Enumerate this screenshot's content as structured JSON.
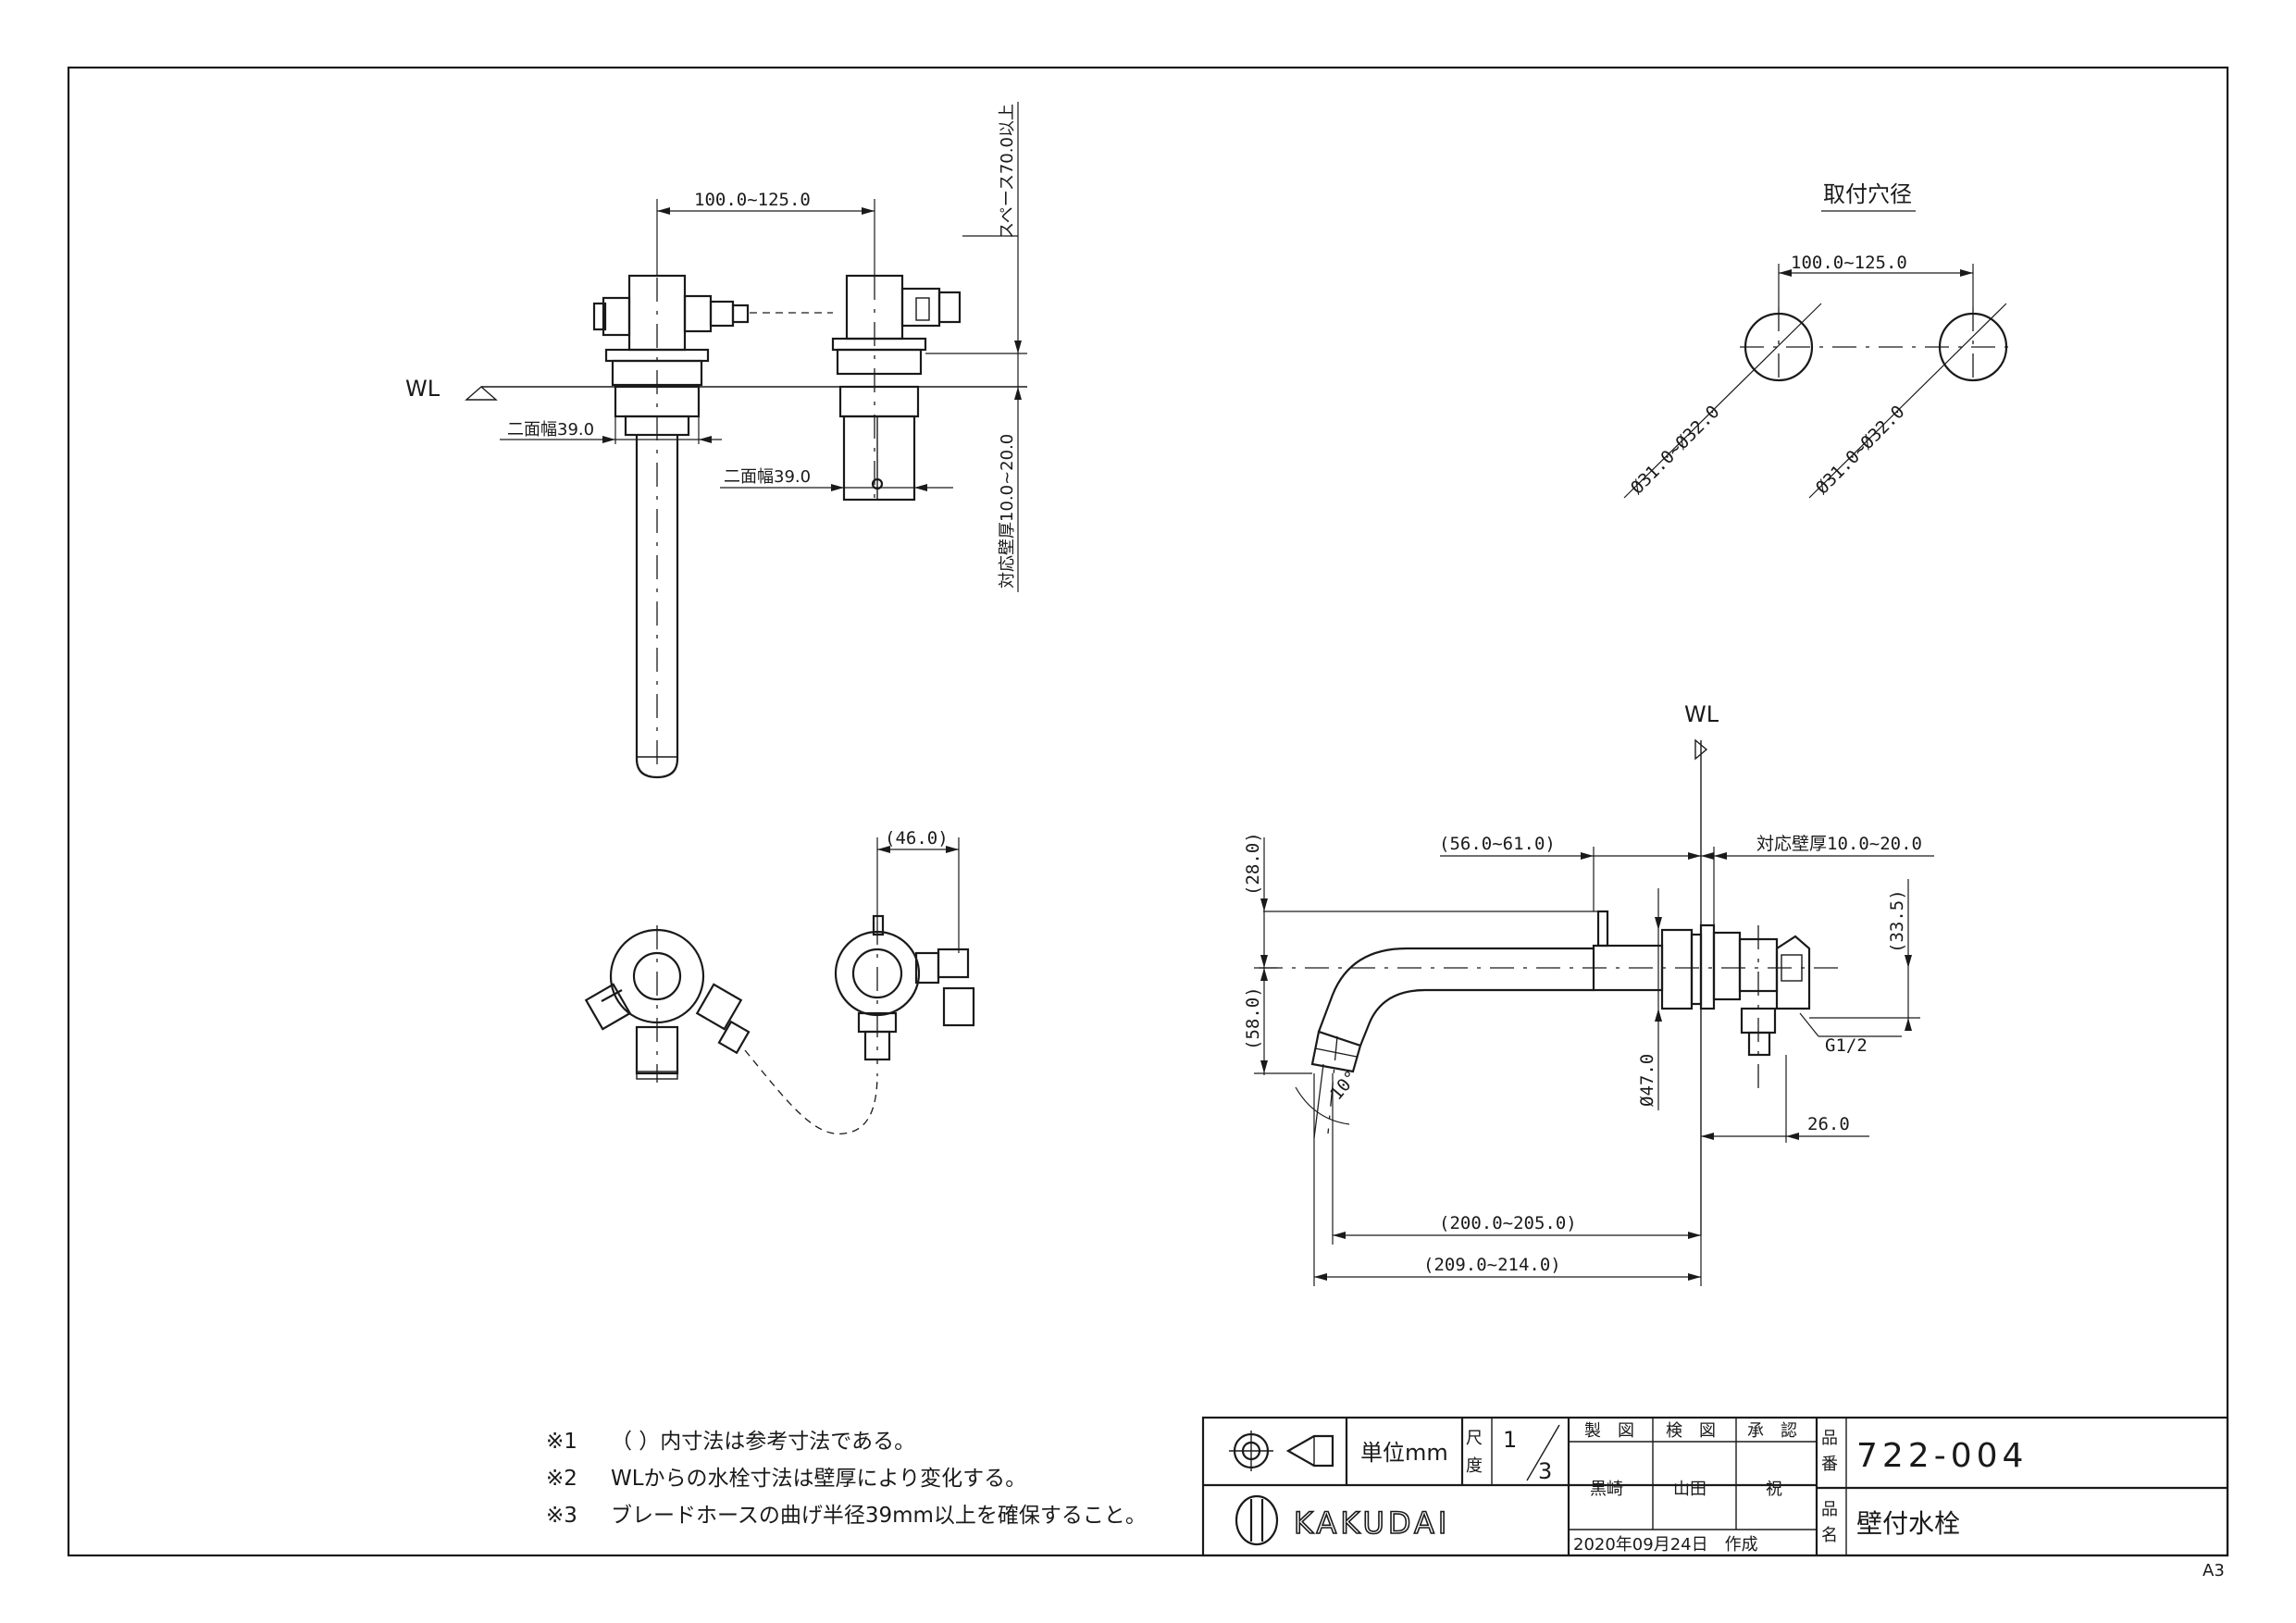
{
  "views": {
    "front": {
      "dim_center": "100.0~125.0",
      "space": "スペース70.0以上",
      "wl": "WL",
      "width1": "二面幅39.0",
      "width2": "二面幅39.0",
      "wall": "対応壁厚10.0~20.0"
    },
    "mounting_hole": {
      "title": "取付穴径",
      "pitch": "100.0~125.0",
      "dia_left": "Ø31.0~Ø32.0",
      "dia_right": "Ø31.0~Ø32.0"
    },
    "top": {
      "hose_offset": "(46.0)"
    },
    "side": {
      "wl": "WL",
      "d_56": "(56.0~61.0)",
      "wall": "対応壁厚10.0~20.0",
      "d_28": "(28.0)",
      "d_58": "(58.0)",
      "d_335": "(33.5)",
      "d_47": "Ø47.0",
      "thread": "G1/2",
      "angle": "10°",
      "d_26": "26.0",
      "d_200": "(200.0~205.0)",
      "d_209": "(209.0~214.0)"
    }
  },
  "notes": [
    {
      "mark": "※1",
      "text": "（ ）内寸法は参考寸法である。"
    },
    {
      "mark": "※2",
      "text": "WLからの水栓寸法は壁厚により変化する。"
    },
    {
      "mark": "※3",
      "text": "ブレードホースの曲げ半径39mm以上を確保すること。"
    }
  ],
  "title_block": {
    "unit_label": "単位mm",
    "scale_label_1": "尺",
    "scale_label_2": "度",
    "scale_num": "1",
    "scale_den": "3",
    "drawn_label": "製　図",
    "checked_label": "検　図",
    "approved_label": "承　認",
    "drawn_by": "黒崎",
    "checked_by": "山田",
    "approved_by": "祝",
    "part_no_label_1": "品",
    "part_no_label_2": "番",
    "part_no": "722-004",
    "name_label_1": "品",
    "name_label_2": "名",
    "product_name": "壁付水栓",
    "company": "KAKUDAI",
    "date": "2020年09月24日　作成"
  },
  "sheet_size": "A3"
}
